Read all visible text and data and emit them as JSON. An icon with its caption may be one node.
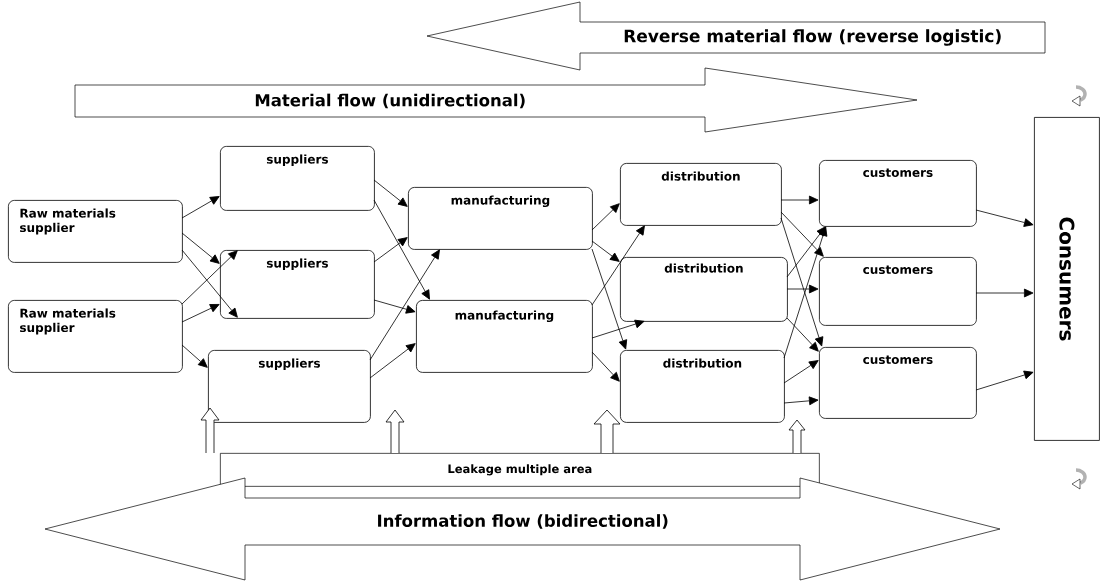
{
  "diagram": {
    "nodes": [
      {
        "text": [
          "Reverse material flow (reverse logistic)"
        ]
      },
      {
        "text": [
          "Material flow (unidirectional)"
        ]
      },
      {
        "text": [
          "Raw materials supplier"
        ]
      },
      {
        "text": [
          "Raw materials supplier"
        ]
      },
      {
        "text": [
          "suppliers"
        ]
      },
      {
        "text": [
          "suppliers"
        ]
      },
      {
        "text": [
          "suppliers"
        ]
      },
      {
        "text": [
          "manufacturing"
        ]
      },
      {
        "text": [
          "manufacturing"
        ]
      },
      {
        "text": [
          "distribution"
        ]
      },
      {
        "text": [
          "distribution"
        ]
      },
      {
        "text": [
          "distribution"
        ]
      },
      {
        "text": [
          "customers"
        ]
      },
      {
        "text": [
          "customers"
        ]
      },
      {
        "text": [
          "customers"
        ]
      },
      {
        "text": [
          "Consumers"
        ]
      },
      {
        "text": [
          "Leakage multiple area"
        ]
      },
      {
        "text": [
          "Information flow (bidirectional)"
        ]
      }
    ],
    "edges": [
      {
        "from": 2,
        "to": 4,
        "arrow": "to"
      },
      {
        "from": 2,
        "to": 5,
        "arrow": "to"
      },
      {
        "from": 2,
        "to": 5,
        "arrow": "to"
      },
      {
        "from": 3,
        "to": 5,
        "arrow": "to"
      },
      {
        "from": 3,
        "to": 5,
        "arrow": "to"
      },
      {
        "from": 3,
        "to": 6,
        "arrow": "to"
      },
      {
        "from": 4,
        "to": 7,
        "arrow": "to"
      },
      {
        "from": 4,
        "to": 8,
        "arrow": "to"
      },
      {
        "from": 5,
        "to": 7,
        "arrow": "to"
      },
      {
        "from": 5,
        "to": 8,
        "arrow": "to"
      },
      {
        "from": 6,
        "to": 7,
        "arrow": "to"
      },
      {
        "from": 6,
        "to": 8,
        "arrow": "to"
      },
      {
        "from": 7,
        "to": 9,
        "arrow": "to"
      },
      {
        "from": 7,
        "to": 10,
        "arrow": "to"
      },
      {
        "from": 7,
        "to": 11,
        "arrow": "to"
      },
      {
        "from": 8,
        "to": 9,
        "arrow": "to"
      },
      {
        "from": 8,
        "to": 10,
        "arrow": "to"
      },
      {
        "from": 8,
        "to": 11,
        "arrow": "to"
      },
      {
        "from": 9,
        "to": 12,
        "arrow": "to"
      },
      {
        "from": 9,
        "to": 13,
        "arrow": "to"
      },
      {
        "from": 9,
        "to": 14,
        "arrow": "to"
      },
      {
        "from": 10,
        "to": 12,
        "arrow": "to"
      },
      {
        "from": 10,
        "to": 13,
        "arrow": "to"
      },
      {
        "from": 10,
        "to": 14,
        "arrow": "to"
      },
      {
        "from": 11,
        "to": 12,
        "arrow": "to"
      },
      {
        "from": 11,
        "to": 14,
        "arrow": "to"
      },
      {
        "from": 11,
        "to": 14,
        "arrow": "to"
      },
      {
        "from": 12,
        "to": 15,
        "arrow": "to"
      },
      {
        "from": 13,
        "to": 15,
        "arrow": "to"
      },
      {
        "from": 14,
        "to": 15,
        "arrow": "to"
      },
      {
        "from": 16,
        "to": null,
        "arrow": "to"
      },
      {
        "from": 16,
        "to": null,
        "arrow": "to"
      },
      {
        "from": 16,
        "to": null,
        "arrow": "to"
      },
      {
        "from": 16,
        "to": null,
        "arrow": "to"
      }
    ]
  }
}
